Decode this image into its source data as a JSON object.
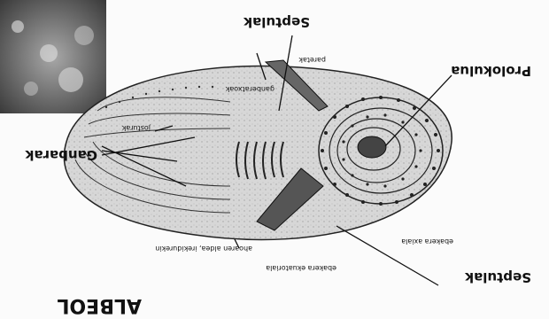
{
  "title": "ALBEOL",
  "labels": {
    "septulak_top": "Septulak",
    "septulak_bottom": "Septulak",
    "prolokulua": "Prolokulua",
    "ganbarak": "Ganbarak",
    "ganberatxoak": "ganberatxoak",
    "paretak": "paretak",
    "josturak": "josturak",
    "ebakera_axiala": "ebakera axiala",
    "ebakera_ekuatoriala": "ebakera ekuatoriala",
    "ahoaren": "ahoaren aldea, irekidurekin"
  }
}
